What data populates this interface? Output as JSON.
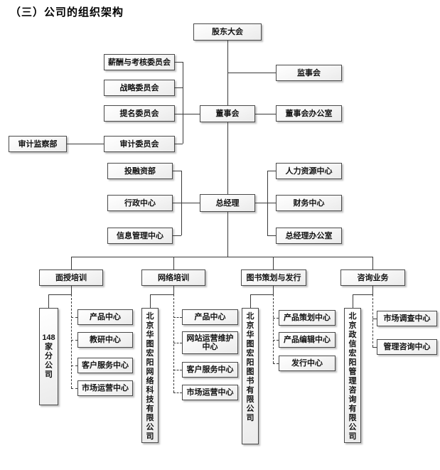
{
  "page_title": "（三）公司的组织架构",
  "colors": {
    "line_color": "#3a3a3a",
    "box_border": "#4a4a4a",
    "box_fill_top": "#ffffff",
    "box_fill_bottom": "#ebebeb",
    "text_color": "#111111"
  },
  "org": {
    "level1": {
      "shareholders": "股东大会"
    },
    "board_level": {
      "supervisory_board": "监事会",
      "board": "董事会",
      "board_office": "董事会办公室",
      "committees": {
        "compensation": "薪酬与考核委员会",
        "strategy": "战略委员会",
        "nomination": "提名委员会",
        "audit": "审计委员会"
      },
      "audit_supervision_dept": "审计监察部"
    },
    "gm_level": {
      "general_manager": "总经理",
      "left_departments": {
        "investment_financing": "投融资部",
        "administration": "行政中心",
        "information_mgmt": "信息管理中心"
      },
      "right_departments": {
        "human_resources": "人力资源中心",
        "finance": "财务中心",
        "gm_office": "总经理办公室"
      }
    },
    "business_lines": {
      "face_training": {
        "label": "面授培训",
        "company": "148家分公司",
        "centers": {
          "product": "产品中心",
          "teaching_research": "教研中心",
          "customer_service": "客户服务中心",
          "market_operation": "市场运营中心"
        }
      },
      "online_training": {
        "label": "网络培训",
        "company": "北京华图宏阳网络科技有限公司",
        "centers": {
          "product": "产品中心",
          "website_ops": "网站运营维护中心",
          "customer_service": "客户服务中心",
          "market_operation": "市场运营中心"
        }
      },
      "book_planning_distribution": {
        "label": "图书策划与发行",
        "company": "北京华图宏阳图书有限公司",
        "centers": {
          "product_planning": "产品策划中心",
          "product_editing": "产品编辑中心",
          "distribution": "发行中心"
        }
      },
      "consulting": {
        "label": "咨询业务",
        "company": "北京政信宏阳管理咨询有限公司",
        "centers": {
          "market_research": "市场调查中心",
          "management_consulting": "管理咨询中心"
        }
      }
    }
  }
}
